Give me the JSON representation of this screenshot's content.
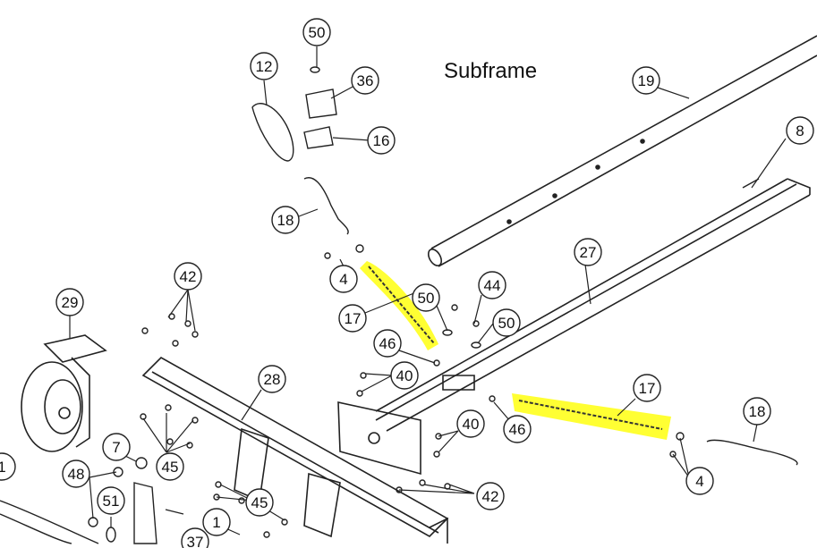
{
  "title": "Subframe",
  "callouts": [
    {
      "id": "c50a",
      "label": "50"
    },
    {
      "id": "c12",
      "label": "12"
    },
    {
      "id": "c36",
      "label": "36"
    },
    {
      "id": "c16",
      "label": "16"
    },
    {
      "id": "c19",
      "label": "19"
    },
    {
      "id": "c8",
      "label": "8"
    },
    {
      "id": "c18a",
      "label": "18"
    },
    {
      "id": "c4a",
      "label": "4"
    },
    {
      "id": "c17a",
      "label": "17"
    },
    {
      "id": "c50b",
      "label": "50"
    },
    {
      "id": "c44",
      "label": "44"
    },
    {
      "id": "c50c",
      "label": "50"
    },
    {
      "id": "c27",
      "label": "27"
    },
    {
      "id": "c42a",
      "label": "42"
    },
    {
      "id": "c29",
      "label": "29"
    },
    {
      "id": "c46a",
      "label": "46"
    },
    {
      "id": "c40a",
      "label": "40"
    },
    {
      "id": "c28",
      "label": "28"
    },
    {
      "id": "c17b",
      "label": "17"
    },
    {
      "id": "c46b",
      "label": "46"
    },
    {
      "id": "c40b",
      "label": "40"
    },
    {
      "id": "c18b",
      "label": "18"
    },
    {
      "id": "c7",
      "label": "7"
    },
    {
      "id": "c45a",
      "label": "45"
    },
    {
      "id": "c48",
      "label": "48"
    },
    {
      "id": "c51",
      "label": "51"
    },
    {
      "id": "c42b",
      "label": "42"
    },
    {
      "id": "c4b",
      "label": "4"
    },
    {
      "id": "c45b",
      "label": "45"
    },
    {
      "id": "c1a",
      "label": "1"
    },
    {
      "id": "c1b",
      "label": "1"
    },
    {
      "id": "c37",
      "label": "37"
    }
  ],
  "colors": {
    "highlight": "#ffff33",
    "line": "#222222",
    "callout_fill": "#ffffff"
  }
}
